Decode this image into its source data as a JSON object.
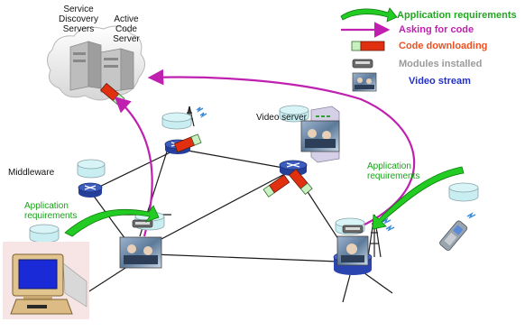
{
  "labels": {
    "service_discovery_servers": [
      "Service",
      "Discovery",
      "Servers"
    ],
    "active_code_server": [
      "Active",
      "Code",
      "Server"
    ],
    "video_server": "Video server",
    "middleware": "Middleware",
    "app_req_left": [
      "Application",
      "requirements"
    ],
    "app_req_right": [
      "Application",
      "requirements"
    ]
  },
  "legend": [
    {
      "icon": "green-curved-arrow-icon",
      "text": "Application requirements",
      "color": "#22a622"
    },
    {
      "icon": "magenta-arrow-icon",
      "text": "Asking for code",
      "color": "#c020b0"
    },
    {
      "icon": "code-block-icon",
      "text": "Code downloading",
      "color": "#f05020"
    },
    {
      "icon": "module-icon",
      "text": "Modules installed",
      "color": "#9a9a9a"
    },
    {
      "icon": "video-thumbnail-icon",
      "text": "Video stream",
      "color": "#2030c8"
    }
  ],
  "colors": {
    "application_arrow": "#22cc22",
    "asking_arrow": "#c020b0",
    "code_red": "#e03010",
    "code_green": "#c8f0c0",
    "network_line": "#1a1a1a",
    "router_blue": "#3050b0",
    "database_fill": "#c8eef2"
  }
}
